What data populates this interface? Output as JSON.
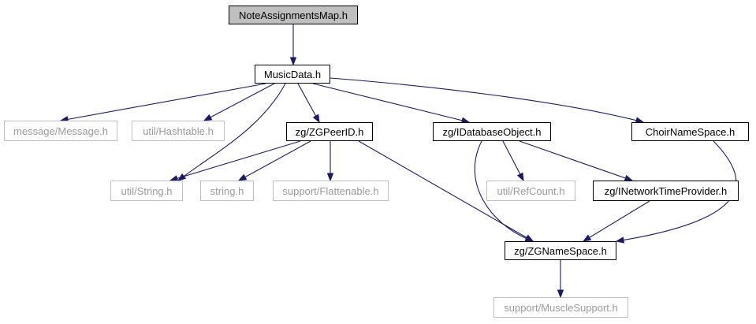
{
  "diagram": {
    "nodes": {
      "root": "NoteAssignmentsMap.h",
      "musicdata": "MusicData.h",
      "message": "message/Message.h",
      "hashtable": "util/Hashtable.h",
      "zgpeerid": "zg/ZGPeerID.h",
      "idbobject": "zg/IDatabaseObject.h",
      "choirns": "ChoirNameSpace.h",
      "string_util": "util/String.h",
      "string_h": "string.h",
      "flattenable": "support/Flattenable.h",
      "refcount": "util/RefCount.h",
      "inettime": "zg/INetworkTimeProvider.h",
      "zgns": "zg/ZGNameSpace.h",
      "muscle": "support/MuscleSupport.h"
    },
    "colors": {
      "edge": "#191970",
      "root_fill": "#bfbfbf",
      "node_border": "#000000",
      "external_border": "#bfbfbf",
      "external_text": "#9a9a9a"
    }
  }
}
